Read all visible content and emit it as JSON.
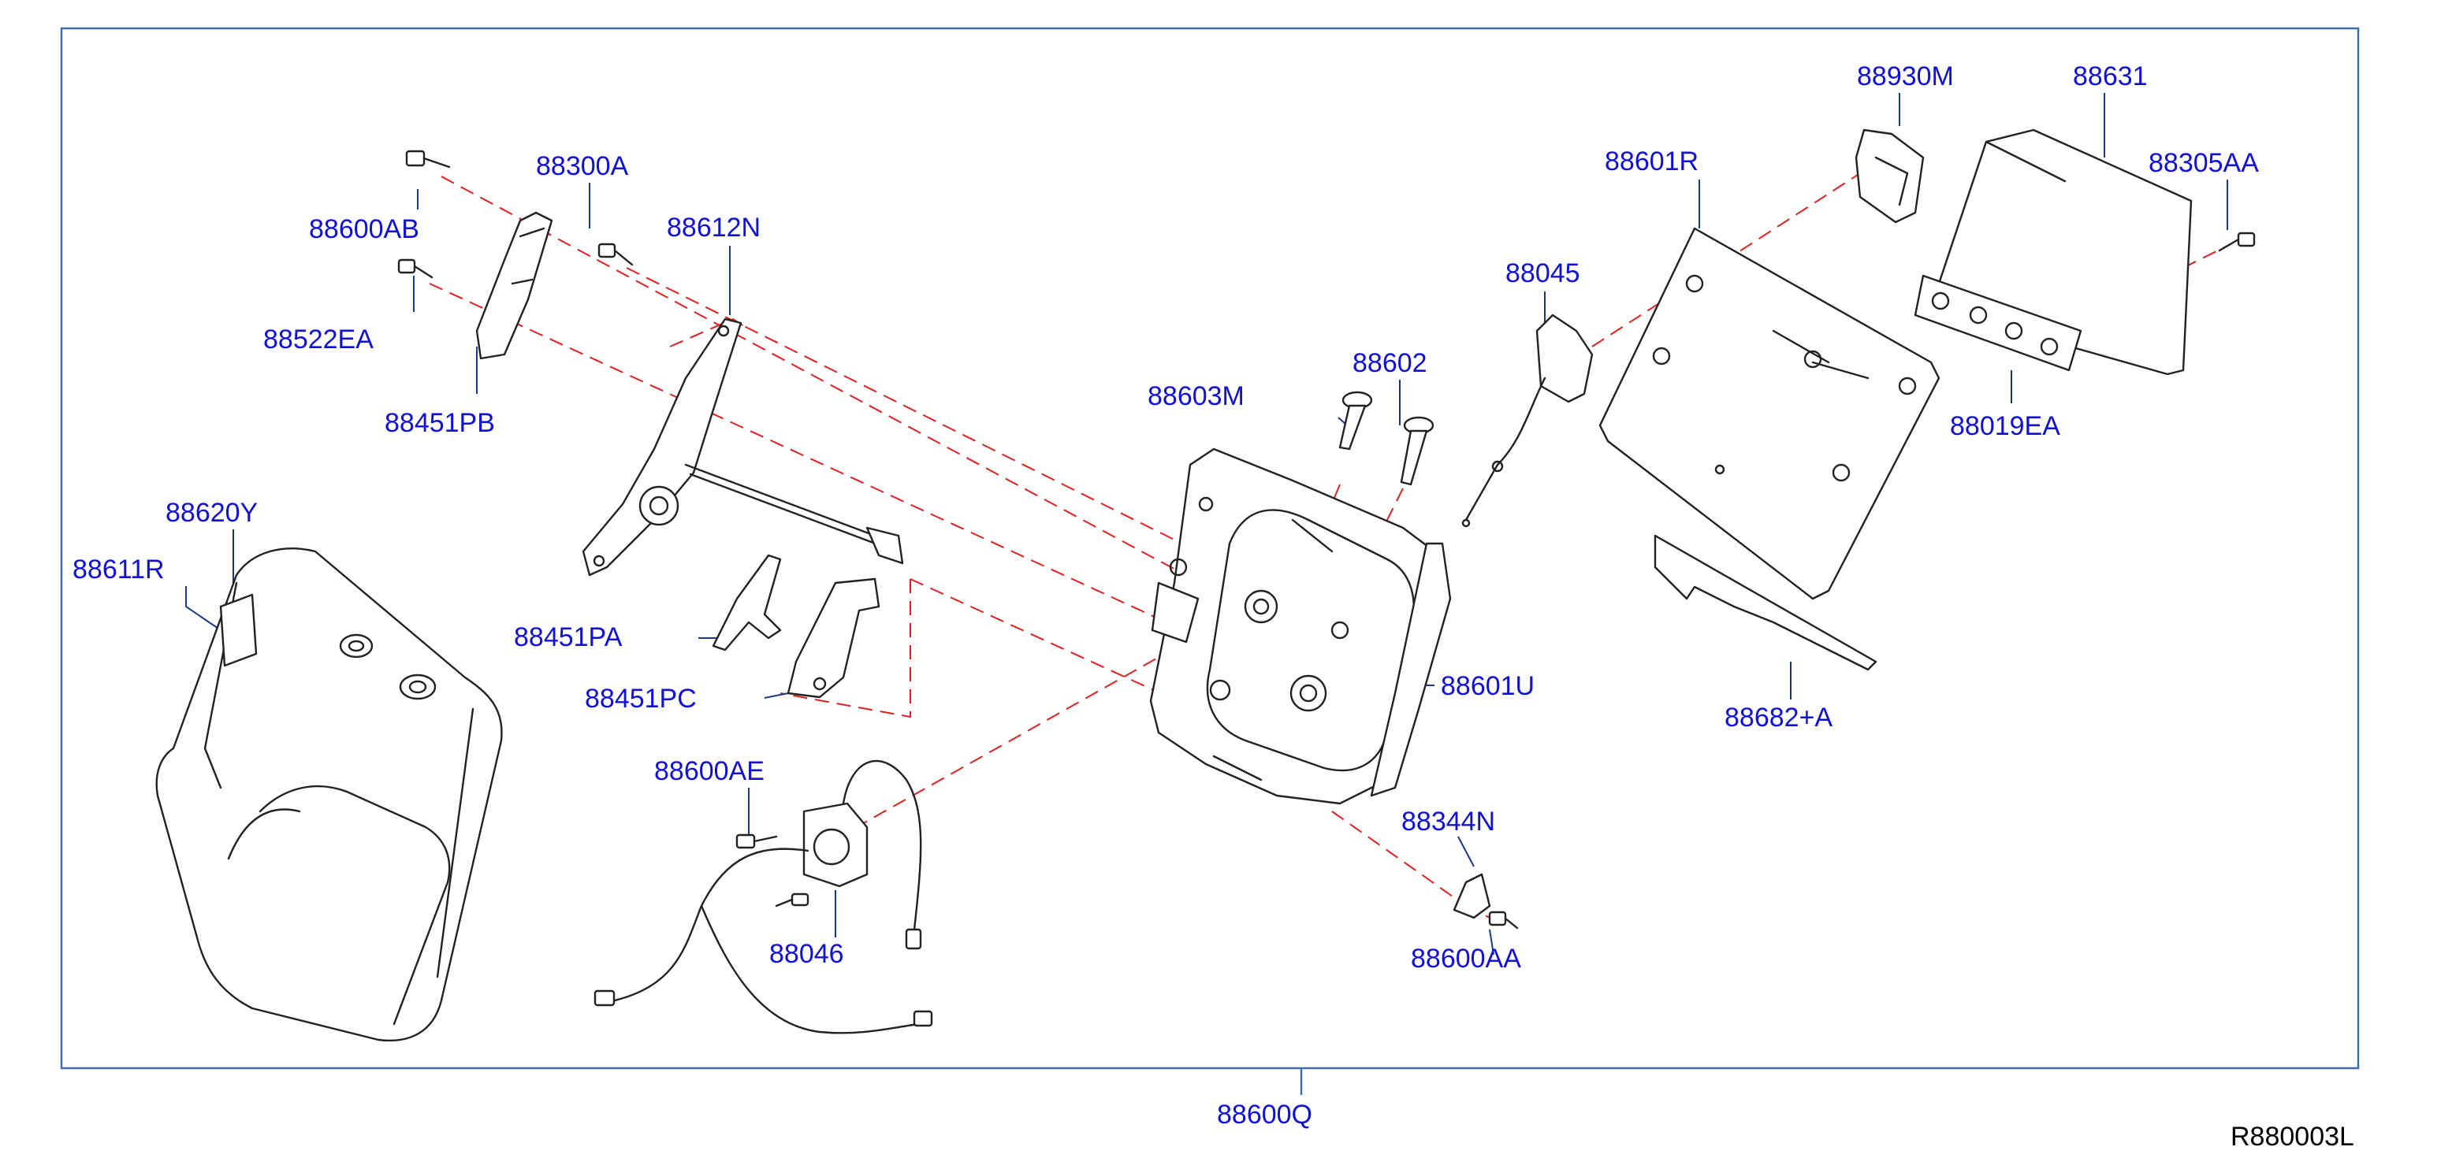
{
  "diagram": {
    "reference_code": "R880003L",
    "assembly_label": "88600Q",
    "part_labels": {
      "p88930M": "88930M",
      "p88631": "88631",
      "p88305AA": "88305AA",
      "p88601R": "88601R",
      "p88300A": "88300A",
      "p88600AB": "88600AB",
      "p88612N": "88612N",
      "p88522EA": "88522EA",
      "p88045": "88045",
      "p88019EA": "88019EA",
      "p88451PB": "88451PB",
      "p88602": "88602",
      "p88603M": "88603M",
      "p88620Y": "88620Y",
      "p88611R": "88611R",
      "p88451PA": "88451PA",
      "p88601U": "88601U",
      "p88682A": "88682+A",
      "p88451PC": "88451PC",
      "p88600AE": "88600AE",
      "p88344N": "88344N",
      "p88046": "88046",
      "p88600AA": "88600AA"
    }
  }
}
